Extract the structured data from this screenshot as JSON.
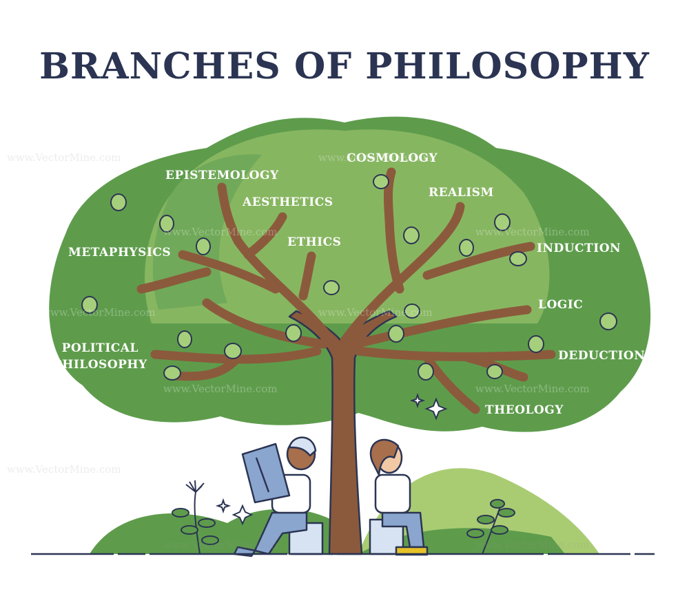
{
  "title": "BRANCHES OF PHILOSOPHY",
  "branches": [
    {
      "label": "EPISTEMOLOGY"
    },
    {
      "label": "COSMOLOGY"
    },
    {
      "label": "AESTHETICS"
    },
    {
      "label": "REALISM"
    },
    {
      "label": "METAPHYSICS"
    },
    {
      "label": "ETHICS"
    },
    {
      "label": "INDUCTION"
    },
    {
      "label": "LOGIC"
    },
    {
      "label": "POLITICAL\nPHILOSOPHY"
    },
    {
      "label": "DEDUCTION"
    },
    {
      "label": "THEOLOGY"
    }
  ],
  "watermark": "www.VectorMine.com",
  "colors": {
    "title": "#2b3452",
    "canopy_outer": "#5e9c4c",
    "canopy_inner": "#a9cc72",
    "trunk": "#8b5a3c",
    "leaf": "#a6cf7c",
    "outline": "#2b3452"
  }
}
